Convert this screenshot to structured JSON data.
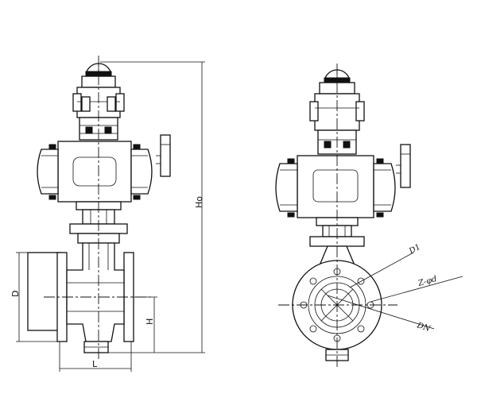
{
  "dimension_labels": {
    "D": "D",
    "L": "L",
    "H": "H",
    "Ho": "Ho",
    "D1": "D1",
    "Z_phi_d": "Z-φd",
    "DN": "DN"
  }
}
